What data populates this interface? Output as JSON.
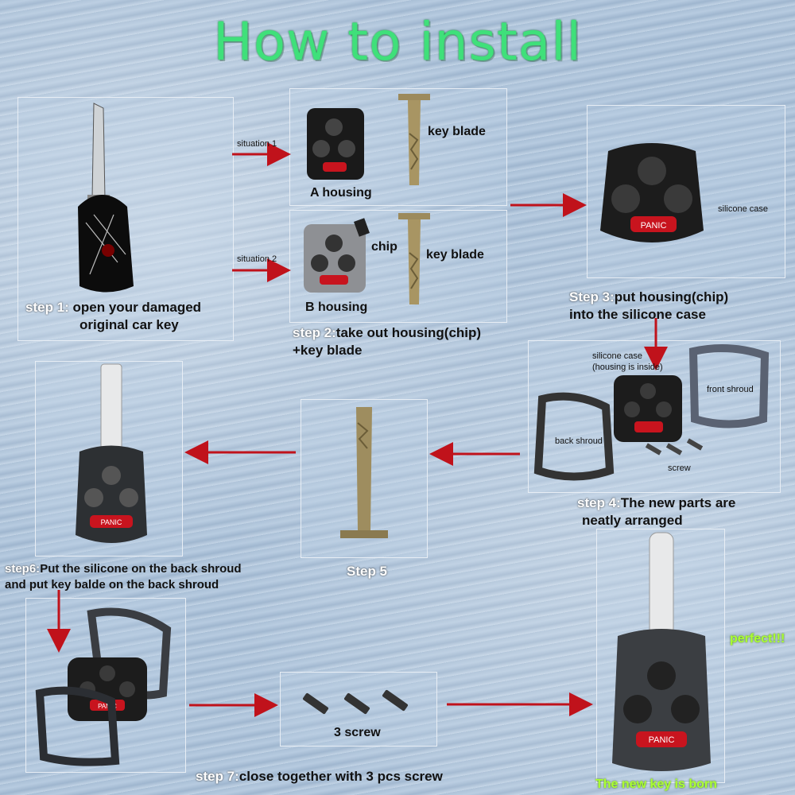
{
  "title": "How to install",
  "step1": {
    "prefix": "step 1:",
    "line1": " open your damaged",
    "line2": "original car key"
  },
  "situation1": "situation 1",
  "situation2": "situation 2",
  "a_housing": "A housing",
  "b_housing": "B housing",
  "key_blade": "key blade",
  "chip": "chip",
  "step2": {
    "prefix": "step 2:",
    "line1": "take out housing(chip)",
    "line2": "+key blade"
  },
  "silicone_case": "silicone case",
  "step3": {
    "prefix": "Step 3:",
    "line1": "put housing(chip)",
    "line2": "into the silicone case"
  },
  "silicone_case_housing": {
    "line1": "silicone case",
    "line2": "(housing is inside)"
  },
  "front_shroud": "front shroud",
  "back_shroud": "back shroud",
  "screw": "screw",
  "step4": {
    "prefix": "step 4:",
    "line1": "The new parts are",
    "line2": "neatly arranged"
  },
  "step5": "Step 5",
  "step6": {
    "prefix": "step6:",
    "line1": "Put the silicone on the back shroud",
    "line2": "and put key balde on the back shroud"
  },
  "three_screw": "3 screw",
  "step7": {
    "prefix": "step 7:",
    "line1": "close together with 3 pcs screw"
  },
  "perfect": "perfect!!!",
  "born": "The new key is born",
  "panic": "PANIC",
  "colors": {
    "arrow": "#c0121b",
    "title": "#3fe07a",
    "panic": "#c8141e",
    "green_text": "#aaff33"
  }
}
